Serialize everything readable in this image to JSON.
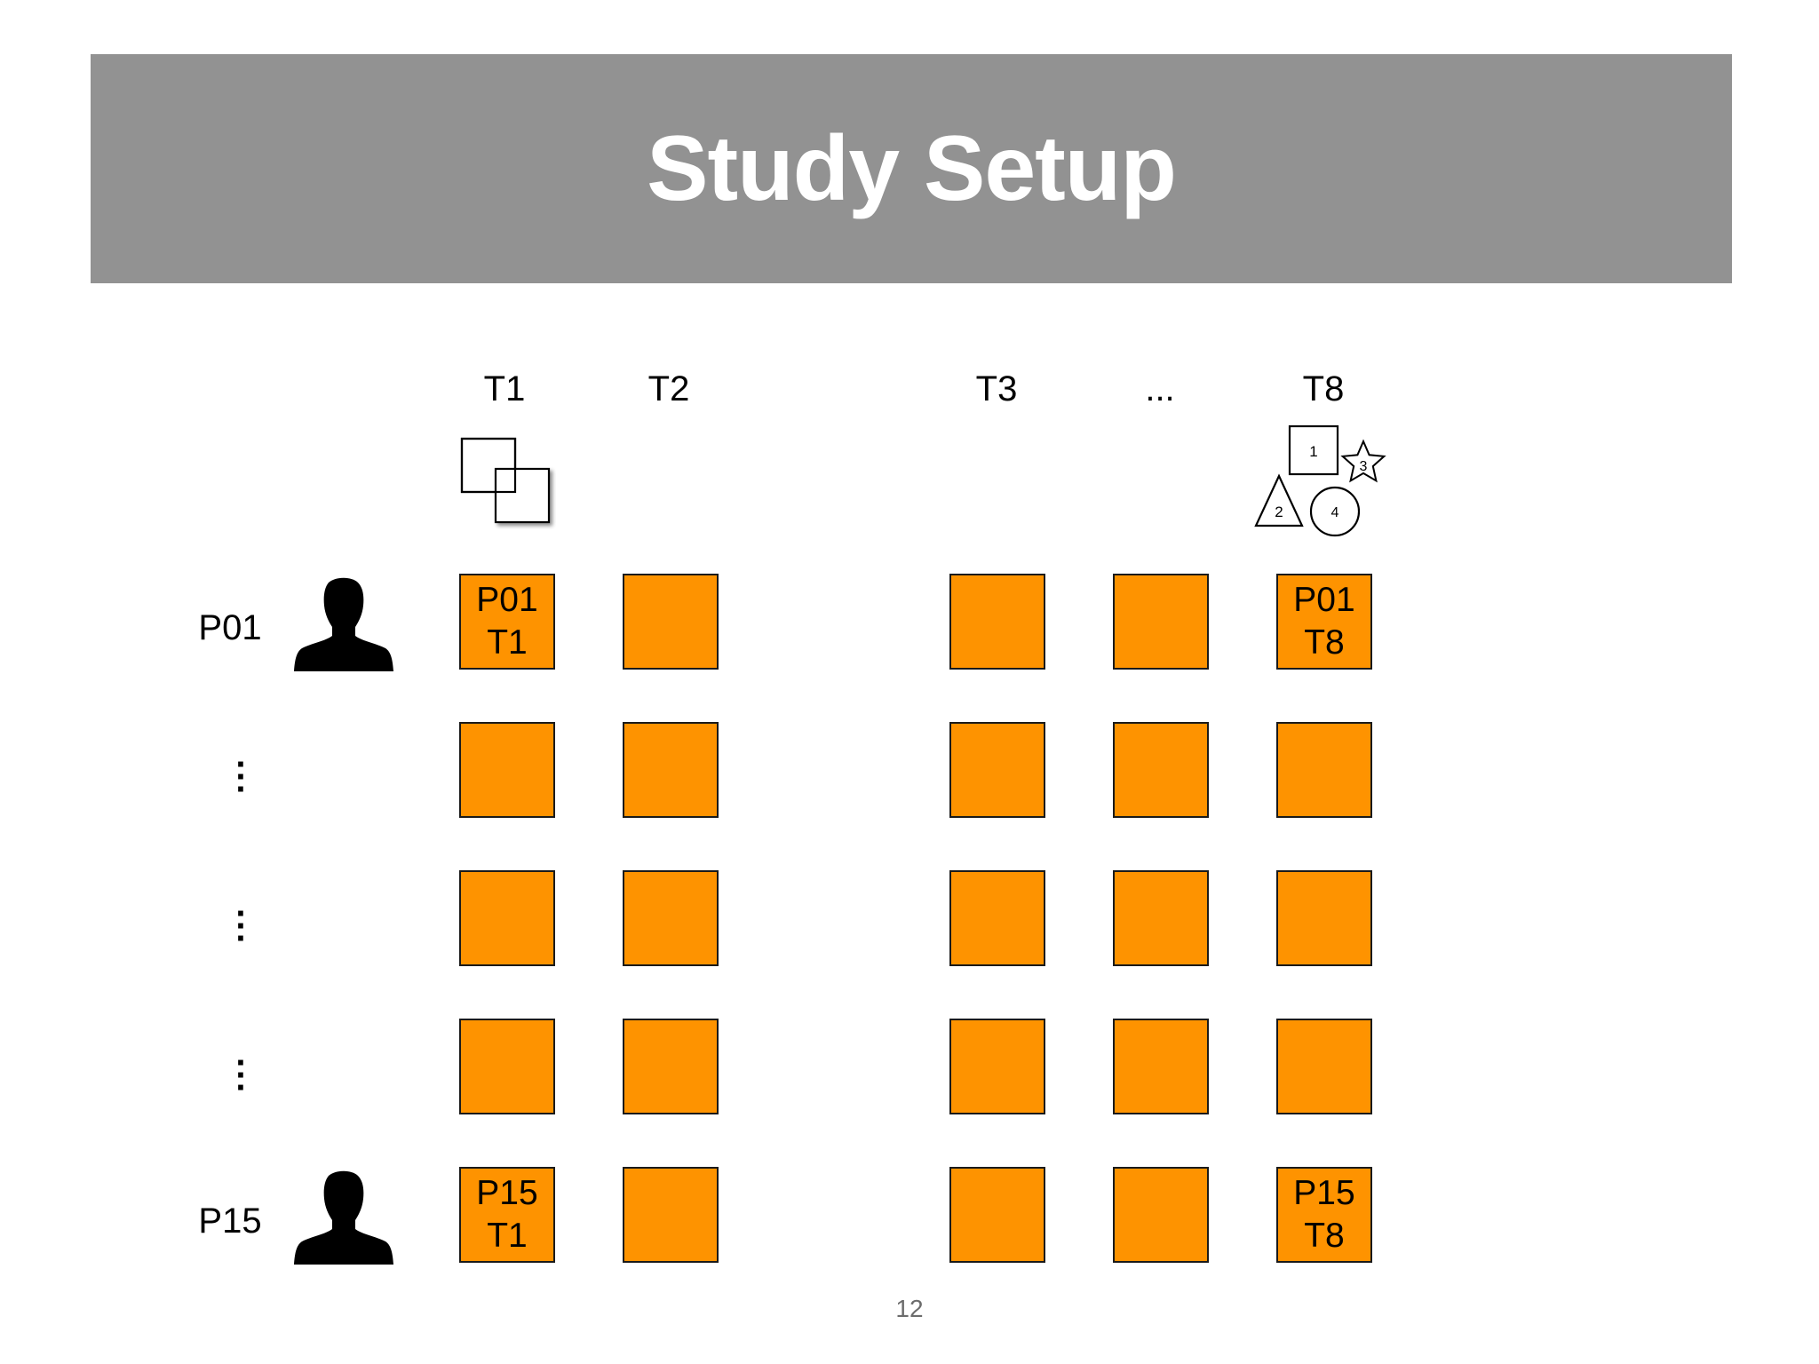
{
  "slide": {
    "title": "Study Setup",
    "page_number": "12"
  },
  "columns": [
    "T1",
    "T2",
    "T3",
    "...",
    "T8"
  ],
  "rows": [
    {
      "label": "P01",
      "type": "participant"
    },
    {
      "label": "⋮",
      "type": "ellipsis"
    },
    {
      "label": "⋮",
      "type": "ellipsis"
    },
    {
      "label": "⋮",
      "type": "ellipsis"
    },
    {
      "label": "P15",
      "type": "participant"
    }
  ],
  "cells": {
    "p01_t1": [
      "P01",
      "T1"
    ],
    "p01_t8": [
      "P01",
      "T8"
    ],
    "p15_t1": [
      "P15",
      "T1"
    ],
    "p15_t8": [
      "P15",
      "T8"
    ]
  },
  "t8_shapes": {
    "square": "1",
    "triangle": "2",
    "star": "3",
    "circle": "4"
  },
  "colors": {
    "banner": "#929292",
    "cell_fill": "#fe9300",
    "cell_border": "#1a1a1a"
  },
  "icons": {
    "participant": "person-silhouette-icon",
    "t1_task": "overlapping-squares-icon",
    "t8_task": "numbered-shapes-icon"
  }
}
